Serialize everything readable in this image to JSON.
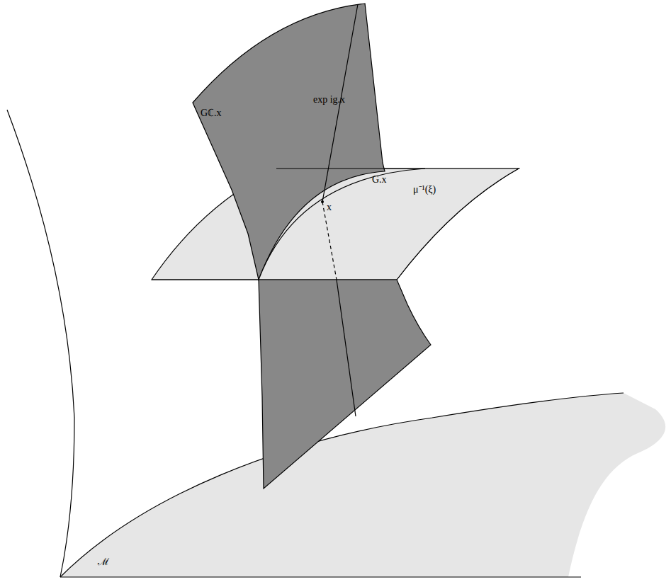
{
  "diagram": {
    "labels": [
      "Gℂ.x",
      "exp ig.x",
      "G.x",
      "μ⁻¹(ξ)",
      "x",
      "ℳ"
    ]
  }
}
